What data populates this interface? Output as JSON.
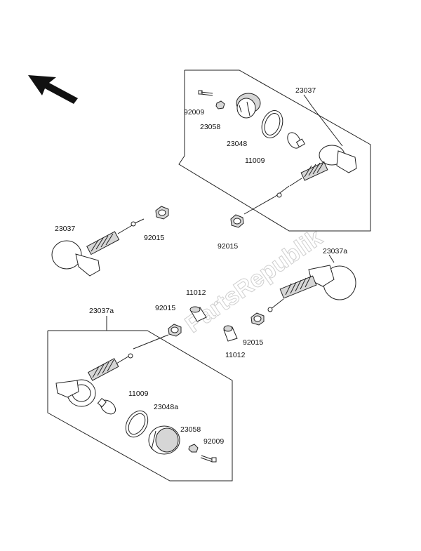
{
  "watermark": "PartsRepublik",
  "labels": {
    "top_23037": "23037",
    "top_92009": "92009",
    "top_23058": "23058",
    "top_23048": "23048",
    "top_11009": "11009",
    "mid_92015_right": "92015",
    "left_23037": "23037",
    "left_92015": "92015",
    "right_23037a": "23037a",
    "center_11012_top": "11012",
    "center_92015": "92015",
    "center_92015_lower": "92015",
    "center_11012_lower": "11012",
    "bot_23037a": "23037a",
    "bot_11009": "11009",
    "bot_23048a": "23048a",
    "bot_23058": "23058",
    "bot_92009": "92009"
  }
}
